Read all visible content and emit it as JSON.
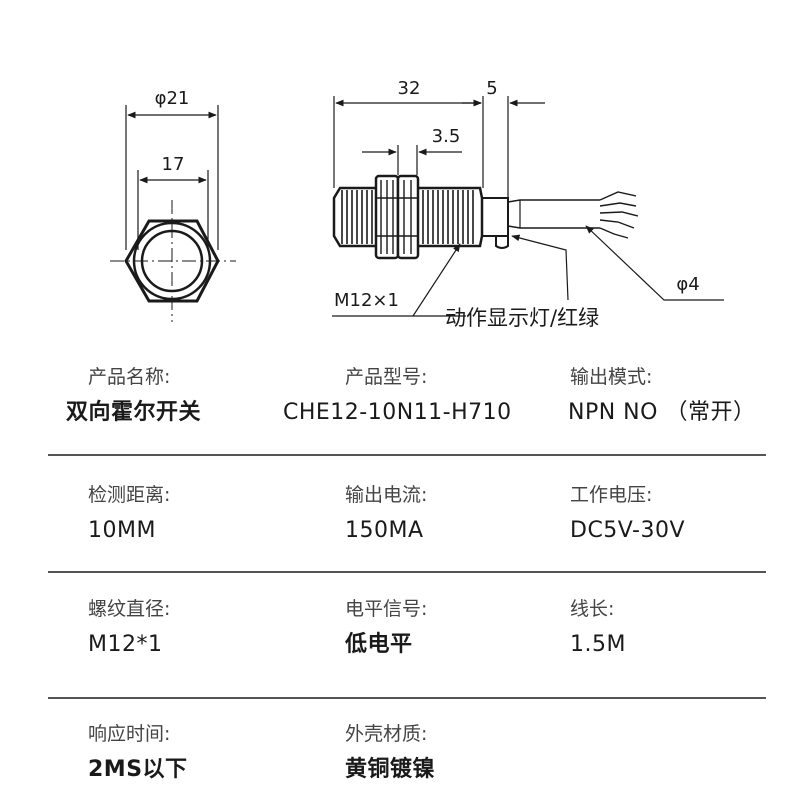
{
  "drawing": {
    "front_view": {
      "outer_diameter_label": "φ21",
      "flat_width_label": "17"
    },
    "side_view": {
      "length_label": "32",
      "cable_gap_label": "5",
      "nut_width_label": "3.5",
      "thread_label": "M12×1",
      "cable_diameter_label": "φ4",
      "indicator_label": "动作显示灯/红绿"
    }
  },
  "specs": [
    [
      {
        "label": "产品名称:",
        "value": "双向霍尔开关"
      },
      {
        "label": "产品型号:",
        "value": "CHE12-10N11-H710"
      },
      {
        "label": "输出模式:",
        "value": "NPN NO （常开）"
      }
    ],
    [
      {
        "label": "检测距离:",
        "value": "10MM"
      },
      {
        "label": "输出电流:",
        "value": "150MA"
      },
      {
        "label": "工作电压:",
        "value": "DC5V-30V"
      }
    ],
    [
      {
        "label": "螺纹直径:",
        "value": "M12*1"
      },
      {
        "label": "电平信号:",
        "value": "低电平"
      },
      {
        "label": "线长:",
        "value": "1.5M"
      }
    ],
    [
      {
        "label": "响应时间:",
        "value": "2MS以下"
      },
      {
        "label": "外壳材质:",
        "value": "黄铜镀镍"
      }
    ]
  ]
}
